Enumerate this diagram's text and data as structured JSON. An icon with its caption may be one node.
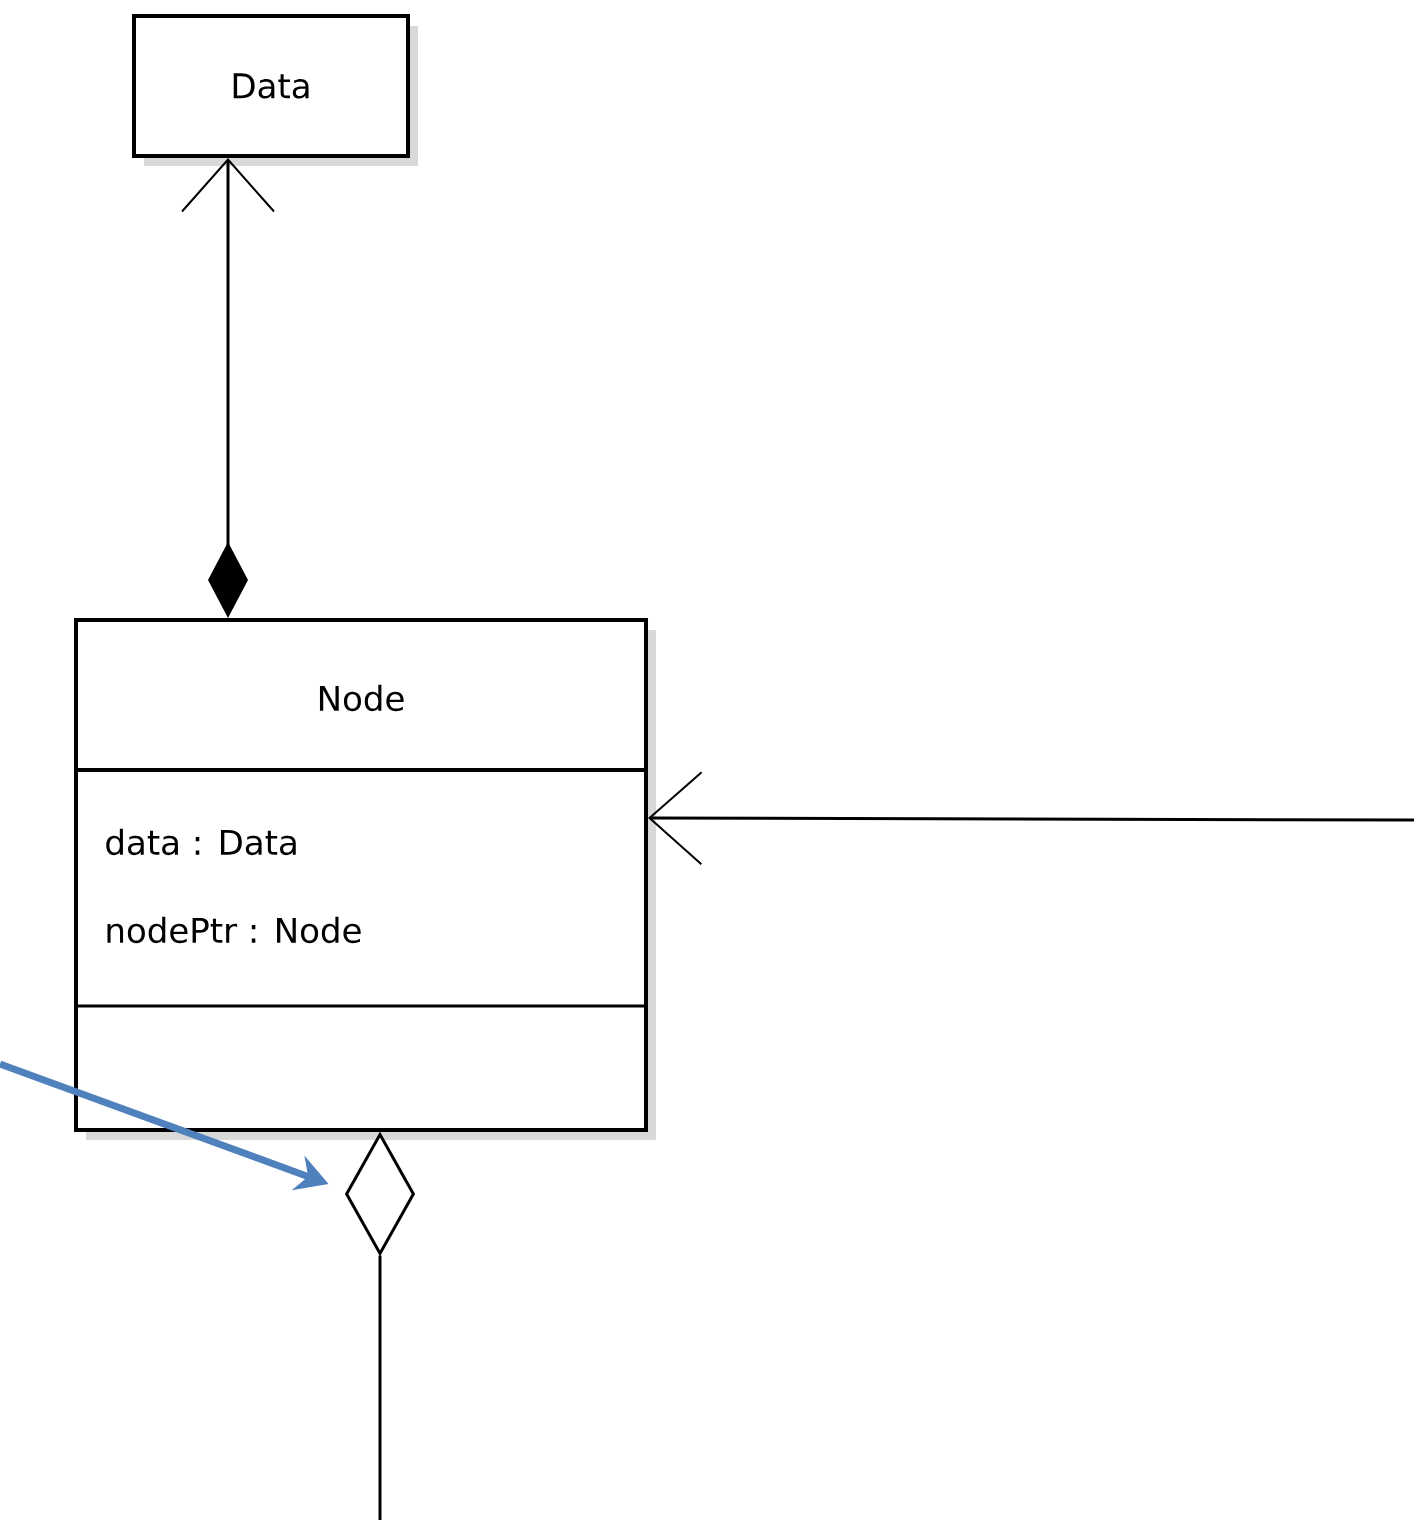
{
  "diagram": {
    "nodes": [
      {
        "text": [
          "Data"
        ]
      },
      {
        "text": [
          "Node",
          "data : Data",
          "nodePtr : Node"
        ]
      },
      {
        "text": [],
        "shape": "diamond"
      }
    ],
    "edges": [
      {
        "from": 1,
        "to": 0,
        "arrow": "to"
      },
      {
        "from": null,
        "to": 1,
        "arrow": "to"
      },
      {
        "from": 2,
        "to": null,
        "arrow": "none"
      },
      {
        "from": null,
        "to": 2,
        "arrow": "to",
        "style": "thick",
        "color": "#4f81bd"
      }
    ]
  }
}
